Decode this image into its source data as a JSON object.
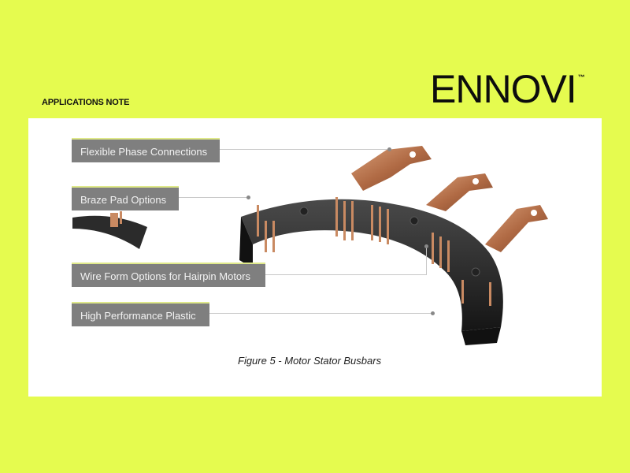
{
  "header": {
    "section_label": "APPLICATIONS NOTE",
    "logo_text": "ENNOVI",
    "logo_trademark": "™"
  },
  "figure": {
    "callouts": [
      {
        "label": "Flexible Phase Connections"
      },
      {
        "label": "Braze Pad Options"
      },
      {
        "label": "Wire Form Options for Hairpin Motors"
      },
      {
        "label": "High Performance Plastic"
      }
    ],
    "caption": "Figure 5 - Motor Stator Busbars",
    "image_description": "Motor stator busbar assembly: black plastic arc housing with copper phase connection terminals"
  },
  "colors": {
    "background": "#e5fb4f",
    "panel": "#ffffff",
    "callout_fill": "#7f7f7f",
    "callout_accent": "#dfe98a",
    "copper": "#b8764f",
    "plastic": "#2a2a2a"
  }
}
